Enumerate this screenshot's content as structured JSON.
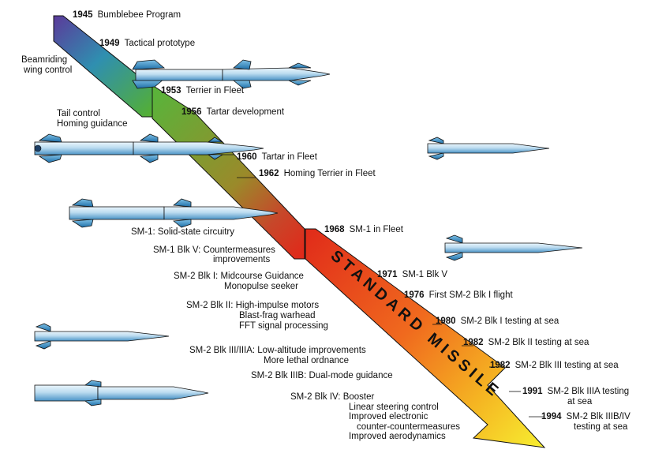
{
  "arrow_label": "STANDARD MISSILE",
  "milestones": [
    {
      "year": "1945",
      "text": "Bumblebee Program"
    },
    {
      "year": "1949",
      "text": "Tactical prototype"
    },
    {
      "year": "1953",
      "text": "Terrier in Fleet"
    },
    {
      "year": "1956",
      "text": "Tartar development"
    },
    {
      "year": "1960",
      "text": "Tartar in Fleet"
    },
    {
      "year": "1962",
      "text": "Homing Terrier in Fleet"
    },
    {
      "year": "1968",
      "text": "SM-1 in Fleet"
    },
    {
      "year": "1971",
      "text": "SM-1 Blk V"
    },
    {
      "year": "1976",
      "text": "First SM-2 Blk I flight"
    },
    {
      "year": "1980",
      "text": "SM-2 Blk I testing at sea"
    },
    {
      "year": "1982",
      "text": "SM-2 Blk II testing at sea"
    },
    {
      "year": "1982",
      "text": "SM-2 Blk III testing at sea"
    },
    {
      "year": "1991",
      "text": "SM-2 Blk IIIA testing",
      "text2": "at sea"
    },
    {
      "year": "1994",
      "text": "SM-2 Blk IIIB/IV",
      "text2": "testing at sea"
    }
  ],
  "left_notes": {
    "beamriding": [
      "Beamriding",
      "wing control"
    ],
    "tail_control": [
      "Tail control",
      "Homing guidance"
    ]
  },
  "upgrades": [
    {
      "name": "SM-1:",
      "lines": [
        "Solid-state circuitry"
      ]
    },
    {
      "name": "SM-1 Blk V:",
      "lines": [
        "Countermeasures",
        "improvements"
      ]
    },
    {
      "name": "SM-2 Blk I:",
      "lines": [
        "Midcourse Guidance",
        "Monopulse seeker"
      ]
    },
    {
      "name": "SM-2 Blk II:",
      "lines": [
        "High-impulse motors",
        "Blast-frag warhead",
        "FFT signal processing"
      ]
    },
    {
      "name": "SM-2 Blk III/IIIA:",
      "lines": [
        "Low-altitude improvements",
        "More lethal ordnance"
      ]
    },
    {
      "name": "SM-2 Blk IIIB:",
      "lines": [
        "Dual-mode guidance"
      ]
    },
    {
      "name": "SM-2 Blk IV:",
      "lines": [
        "Booster",
        "Linear steering control",
        "Improved electronic",
        "counter-countermeasures",
        "Improved aerodynamics"
      ]
    }
  ],
  "colors": {
    "band_start": "#5b3a9a",
    "band_mid": "#55b030",
    "band_red": "#e02a1a",
    "band_orange": "#f39a1c",
    "band_yellow": "#f7ee30",
    "missile_light": "#cfe6f4",
    "missile_dark": "#2a7db5",
    "outline": "#111111"
  }
}
